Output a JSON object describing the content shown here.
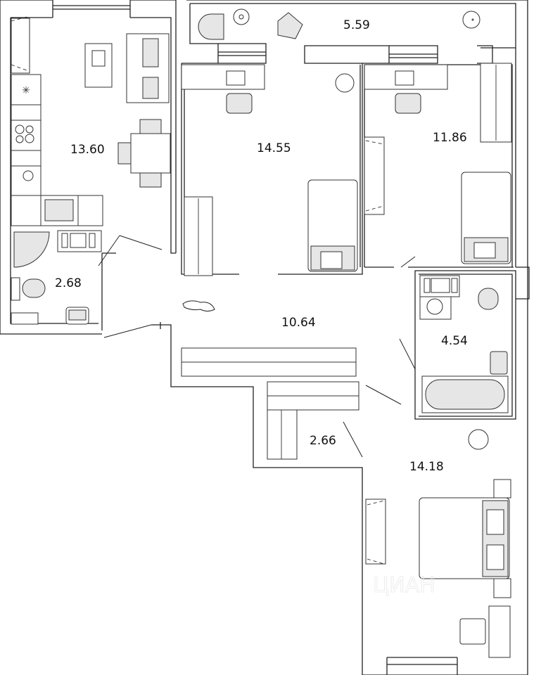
{
  "plan": {
    "rooms": [
      {
        "id": "kitchen-living",
        "area": "13.60"
      },
      {
        "id": "loggia",
        "area": "5.59"
      },
      {
        "id": "bedroom-1",
        "area": "14.55"
      },
      {
        "id": "bedroom-2",
        "area": "11.86"
      },
      {
        "id": "bathroom-1",
        "area": "2.68"
      },
      {
        "id": "hallway",
        "area": "10.64"
      },
      {
        "id": "bathroom-2",
        "area": "4.54"
      },
      {
        "id": "storage",
        "area": "2.66"
      },
      {
        "id": "bedroom-3",
        "area": "14.18"
      }
    ],
    "watermark": "ЦИАН",
    "colors": {
      "wall": "#222222",
      "fixture_fill": "#e6e6e6",
      "background": "#ffffff"
    }
  }
}
